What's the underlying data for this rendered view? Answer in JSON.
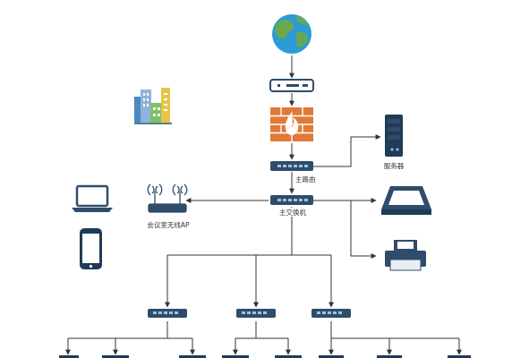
{
  "labels": {
    "main_router": "主路由",
    "main_switch": "主交换机",
    "server": "服务器",
    "meeting_room_ap": "会议室无线AP"
  },
  "colors": {
    "line": "#333333",
    "device_body": "#2f4d6a",
    "device_dark": "#1f3b57",
    "firewall": "#e07a3a",
    "globe_ocean": "#2a9bd6",
    "globe_land": "#6aa84f"
  },
  "icons": {
    "top": "globe-icon",
    "modem": "modem-icon",
    "firewall": "firewall-icon",
    "router": "router-icon",
    "switch": "switch-icon",
    "server": "server-icon",
    "scanner": "scanner-icon",
    "printer": "printer-icon",
    "ap": "wireless-ap-icon",
    "laptop": "laptop-icon",
    "phone": "smartphone-icon",
    "buildings": "buildings-icon"
  }
}
